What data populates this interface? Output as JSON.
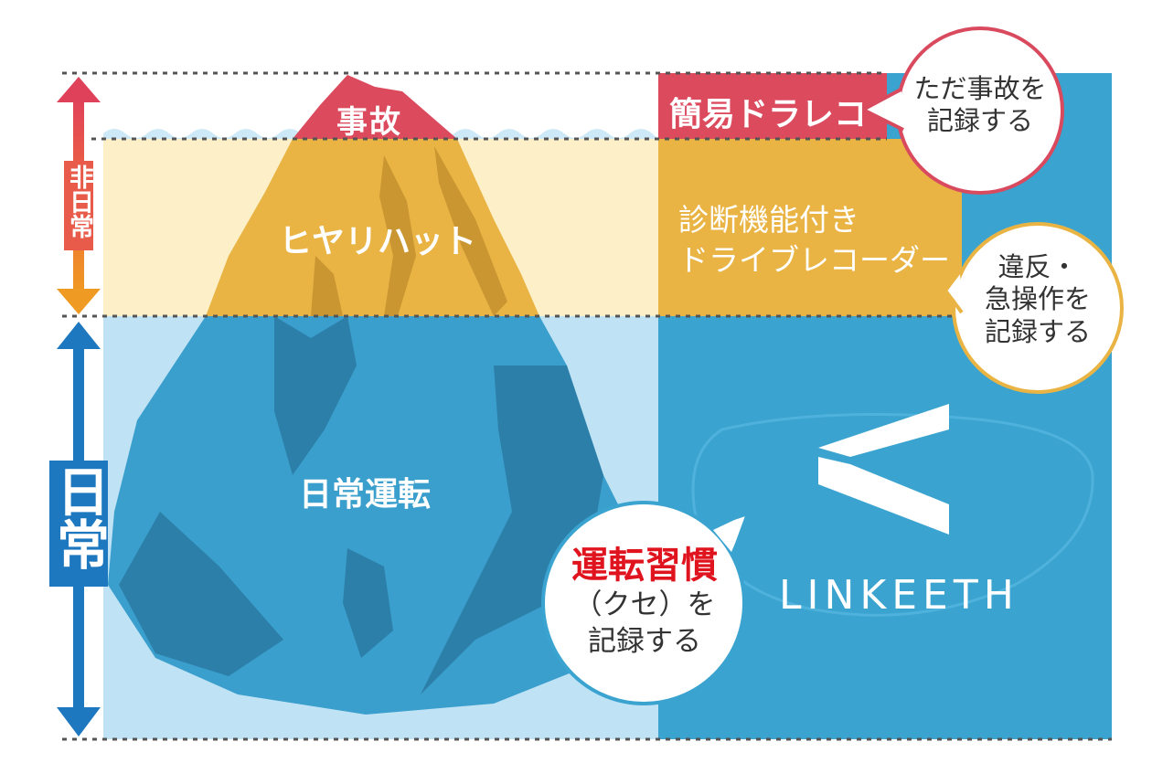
{
  "colors": {
    "accident_red": "#dc4a5e",
    "hiyari_orange": "#e9b444",
    "hiyari_band": "#fdf0c8",
    "normal_band": "#bfe2f5",
    "sea_blue": "#3aa3d0",
    "iceberg_blue": "#3a9fcc",
    "iceberg_dark": "#2c7fa8",
    "arrow_blue": "#1e78c0",
    "arrow_red": "#e0415a",
    "arrow_orange": "#ef9a22",
    "bubble_red_border": "#d94a5e",
    "bubble_yellow_border": "#e9b444",
    "bubble_blue_border": "#3aa3d0",
    "habit_red": "#e0141e"
  },
  "iceberg": {
    "tip_label": "事故",
    "middle_label": "ヒヤリハット",
    "base_label": "日常運転"
  },
  "side_axis": {
    "upper_label": "非日常",
    "lower_label": "日常"
  },
  "products": {
    "simple_recorder": "簡易ドラレコ",
    "diagnostic_recorder_line1": "診断機能付き",
    "diagnostic_recorder_line2": "ドライブレコーダー",
    "brand_name": "LINKEETH"
  },
  "bubbles": {
    "accident_record": [
      "ただ事故を",
      "記録する"
    ],
    "violation_record": [
      "違反・",
      "急操作を",
      "記録する"
    ],
    "habit_title": "運転習慣",
    "habit_lines": [
      "（クセ）を",
      "記録する"
    ]
  },
  "icons": {
    "arrow_icon": "double-headed-vertical-arrow",
    "logo_icon": "linkeeth-chevron-logo"
  }
}
